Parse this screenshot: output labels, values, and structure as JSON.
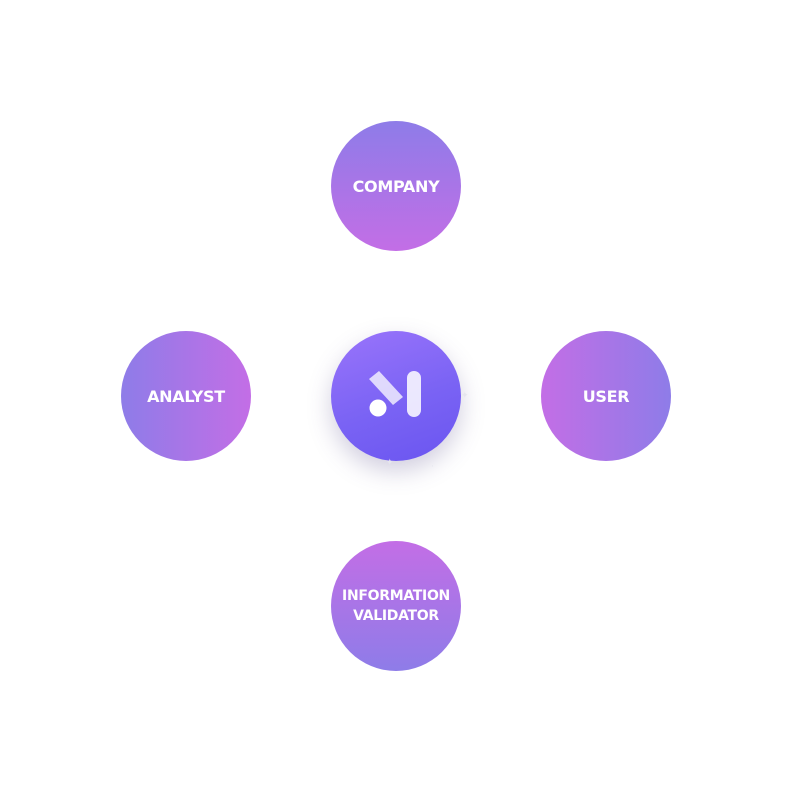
{
  "diagram": {
    "center": {
      "icon": "m-logo-icon"
    },
    "nodes": {
      "company": {
        "label": "COMPANY"
      },
      "analyst": {
        "label": "ANALYST"
      },
      "user": {
        "label": "USER"
      },
      "validator": {
        "label": "INFORMATION\nVALIDATOR"
      }
    }
  },
  "colors": {
    "gradient_light": "#8e7ce8",
    "gradient_pink": "#c36ee6",
    "hub_top": "#9a74fb",
    "hub_bottom": "#6a55f0"
  }
}
